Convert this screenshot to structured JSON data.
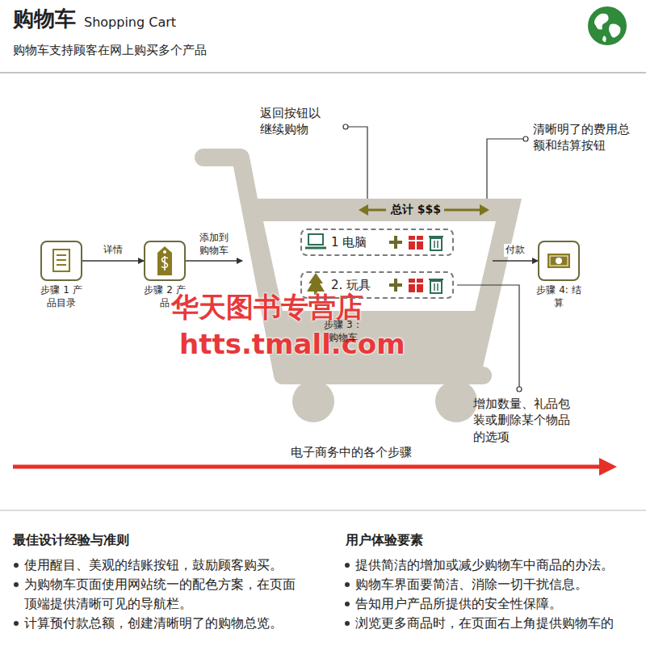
{
  "diagram": {
    "title": "购物车",
    "nodes": [
      {
        "text": [
          "步骤 1 产品目录"
        ]
      },
      {
        "text": [
          "步骤 2 产品"
        ]
      },
      {
        "text": [
          "步骤 3： 购物车"
        ]
      },
      {
        "text": [
          "1 电脑"
        ],
        "in": 2
      },
      {
        "text": [
          "2. 玩具"
        ],
        "in": 2
      },
      {
        "text": [
          "步骤 4: 结算"
        ]
      }
    ],
    "edges": [
      {
        "from": 0,
        "to": 1,
        "label": "详情",
        "arrow": "to"
      },
      {
        "from": 1,
        "to": 2,
        "label": "添加到购物车",
        "arrow": "to"
      },
      {
        "from": 2,
        "to": 5,
        "label": "付款",
        "arrow": "to"
      }
    ],
    "labels": [
      "Shopping Cart",
      "购物车支持顾客在网上购买多个产品",
      "返回按钮以继续购物",
      "清晰明了的费用总额和结算按钮",
      "总计 $$$",
      "增加数量、礼品包装或删除某个物品的选项",
      "华天图书专营店",
      "htts.tmall.com",
      "电子商务中的各个步骤",
      "最佳设计经验与准则",
      "使用醒目、美观的结账按钮，鼓励顾客购买。",
      "为购物车页面使用网站统一的配色方案，在页面顶端提供清晰可见的导航栏。",
      "计算预付款总额，创建清晰明了的购物总览。",
      "用户体验要素",
      "提供简洁的增加或减少购物车中商品的办法。",
      "购物车界面要简洁、消除一切干扰信息。",
      "告知用户产品所提供的安全性保障。",
      "浏览更多商品时，在页面右上角提供购物车的"
    ]
  }
}
